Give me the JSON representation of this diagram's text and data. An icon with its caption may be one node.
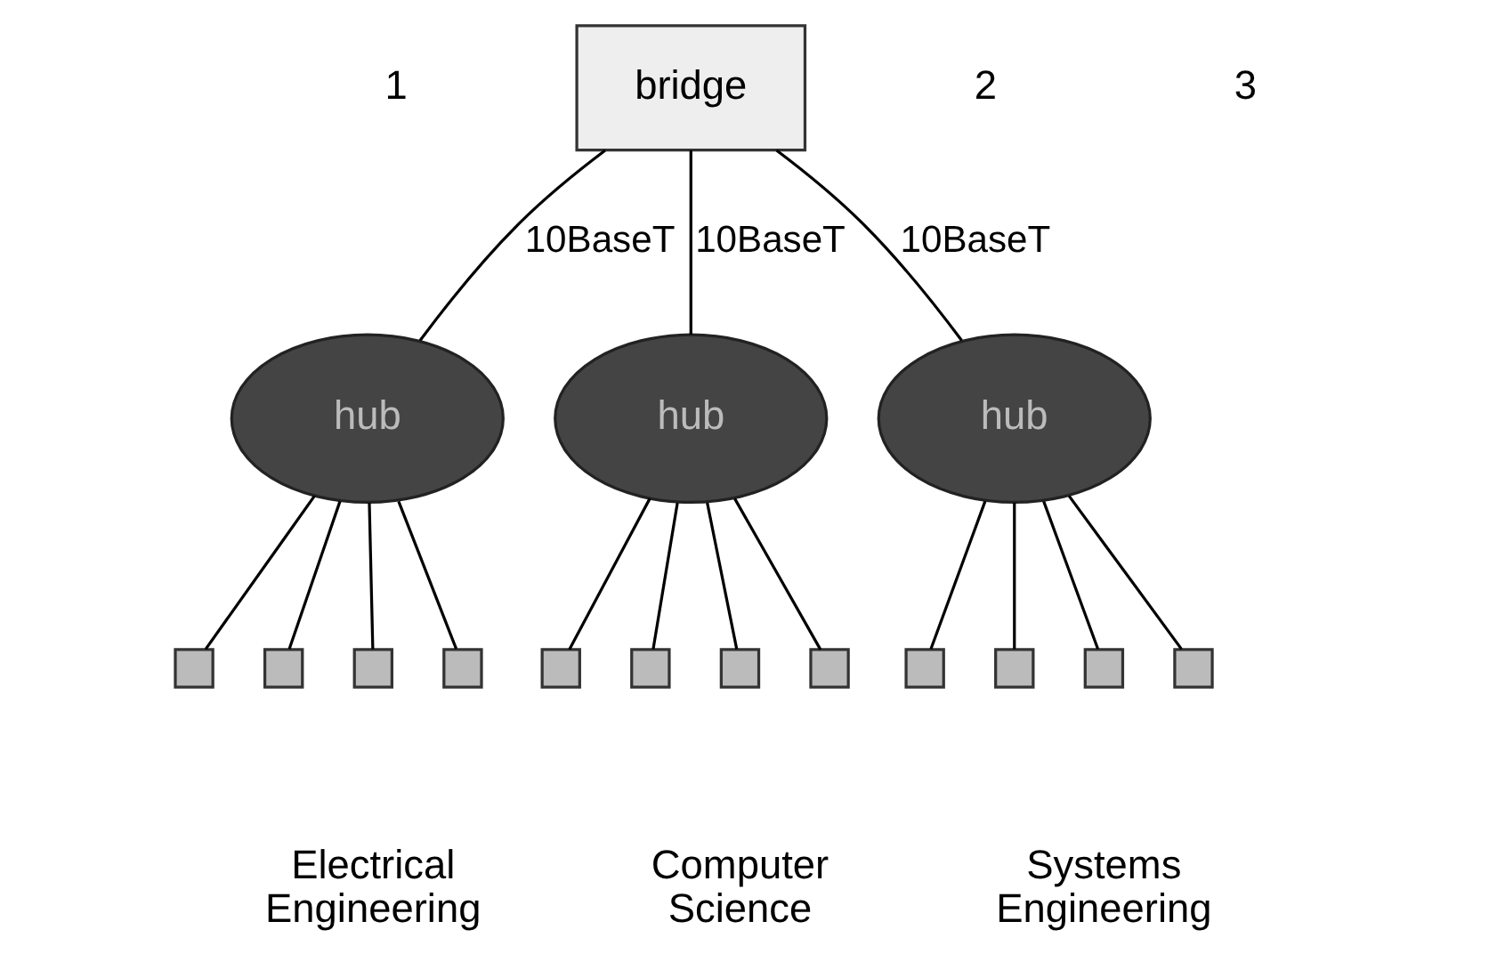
{
  "diagram": {
    "nodes": [
      {
        "text": [
          "bridge"
        ]
      },
      {
        "text": [
          "hub"
        ]
      },
      {
        "text": [
          "hub"
        ]
      },
      {
        "text": [
          "hub"
        ]
      },
      {
        "text": [],
        "shape": "box"
      },
      {
        "text": [],
        "shape": "box"
      },
      {
        "text": [],
        "shape": "box"
      },
      {
        "text": [],
        "shape": "box"
      },
      {
        "text": [],
        "shape": "box"
      },
      {
        "text": [],
        "shape": "box"
      },
      {
        "text": [],
        "shape": "box"
      },
      {
        "text": [],
        "shape": "box"
      },
      {
        "text": [],
        "shape": "box"
      },
      {
        "text": [],
        "shape": "box"
      },
      {
        "text": [],
        "shape": "box"
      },
      {
        "text": [],
        "shape": "box"
      }
    ],
    "edges": [
      {
        "from": 0,
        "to": 1,
        "arrow": "none",
        "label": "10BaseT"
      },
      {
        "from": 0,
        "to": 2,
        "arrow": "none",
        "label": "10BaseT"
      },
      {
        "from": 0,
        "to": 3,
        "arrow": "none",
        "label": "10BaseT"
      },
      {
        "from": 1,
        "to": 4,
        "arrow": "none"
      },
      {
        "from": 1,
        "to": 5,
        "arrow": "none"
      },
      {
        "from": 1,
        "to": 6,
        "arrow": "none"
      },
      {
        "from": 1,
        "to": 7,
        "arrow": "none"
      },
      {
        "from": 2,
        "to": 8,
        "arrow": "none"
      },
      {
        "from": 2,
        "to": 9,
        "arrow": "none"
      },
      {
        "from": 2,
        "to": 10,
        "arrow": "none"
      },
      {
        "from": 2,
        "to": 11,
        "arrow": "none"
      },
      {
        "from": 3,
        "to": 12,
        "arrow": "none"
      },
      {
        "from": 3,
        "to": 13,
        "arrow": "none"
      },
      {
        "from": 3,
        "to": 14,
        "arrow": "none"
      },
      {
        "from": 3,
        "to": 15,
        "arrow": "none"
      }
    ],
    "labels": [
      "1",
      "2",
      "3",
      "Electrical Engineering",
      "Computer Science",
      "Systems Engineering"
    ]
  }
}
